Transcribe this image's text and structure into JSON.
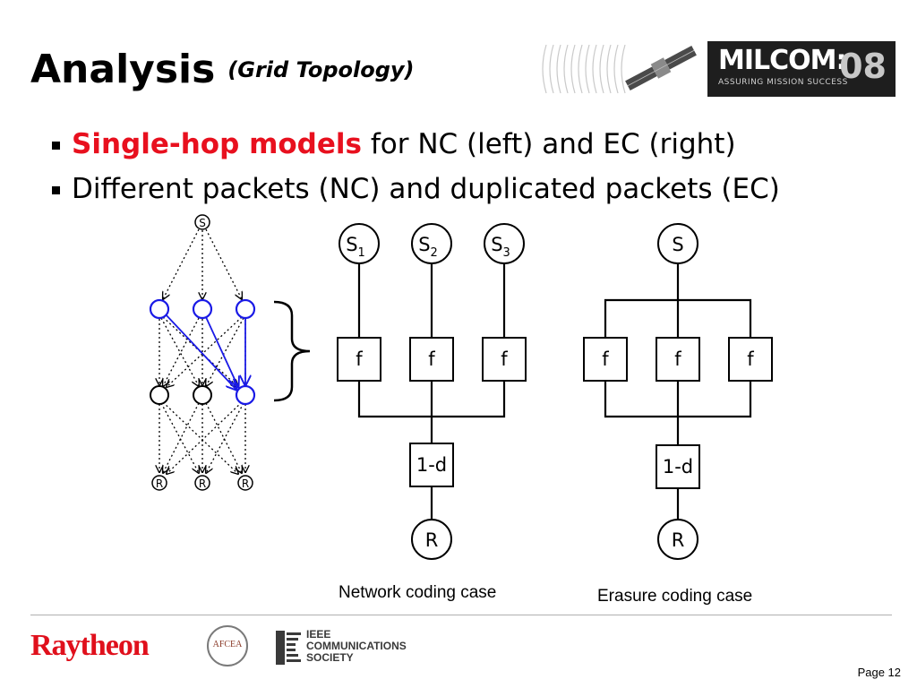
{
  "slide": {
    "title": "Analysis",
    "subtitle": "(Grid Topology)",
    "bullets": [
      {
        "highlight": "Single-hop models",
        "text": " for NC (left) and EC (right)"
      },
      {
        "highlight": "",
        "text": "Different packets (NC) and duplicated packets (EC)"
      }
    ],
    "page": "Page 12"
  },
  "header_logo": {
    "name": "MILCOM:",
    "year": "08",
    "tagline": "ASSURING MISSION SUCCESS"
  },
  "grid_diagram": {
    "source_label": "S",
    "receiver_labels": [
      "R",
      "R",
      "R"
    ]
  },
  "nc_diagram": {
    "sources": [
      {
        "base": "S",
        "index": "1"
      },
      {
        "base": "S",
        "index": "2"
      },
      {
        "base": "S",
        "index": "3"
      }
    ],
    "f_labels": [
      "f",
      "f",
      "f"
    ],
    "combiner_label": "1-d",
    "receiver_label": "R",
    "caption": "Network coding case"
  },
  "ec_diagram": {
    "source_label": "S",
    "f_labels": [
      "f",
      "f",
      "f"
    ],
    "combiner_label": "1-d",
    "receiver_label": "R",
    "caption": "Erasure coding case"
  },
  "footer": {
    "raytheon": "Raytheon",
    "afcea": "AFCEA",
    "ieee": [
      "IEEE",
      "COMMUNICATIONS",
      "SOCIETY"
    ]
  },
  "colors": {
    "highlight": "#e8101e",
    "blue_nodes": "#1a1ae6",
    "raytheon_red": "#e0101c"
  }
}
